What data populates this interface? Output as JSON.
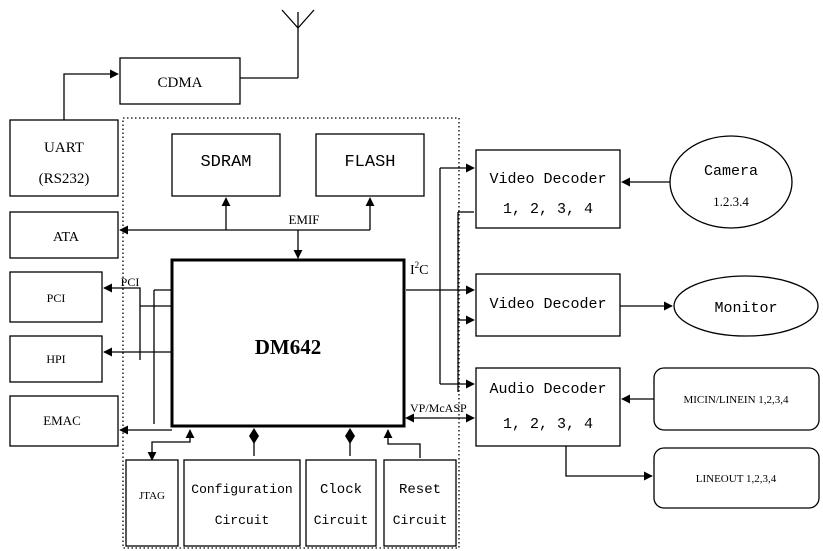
{
  "blocks": {
    "cdma": "CDMA",
    "uart_line1": "UART",
    "uart_line2": "(RS232)",
    "sdram": "SDRAM",
    "flash": "FLASH",
    "ata": "ATA",
    "pci": "PCI",
    "hpi": "HPI",
    "emac": "EMAC",
    "dsp": "DM642",
    "jtag": "JTAG",
    "config_line1": "Configuration",
    "config_line2": "Circuit",
    "clock_line1": "Clock",
    "clock_line2": "Circuit",
    "reset_line1": "Reset",
    "reset_line2": "Circuit",
    "video_decoder_in_line1": "Video Decoder",
    "video_decoder_in_line2": "1, 2, 3, 4",
    "video_decoder_out": "Video Decoder",
    "audio_decoder_line1": "Audio Decoder",
    "audio_decoder_line2": "1, 2, 3, 4",
    "camera_line1": "Camera",
    "camera_line2": "1.2.3.4",
    "monitor": "Monitor",
    "micin": "MICIN/LINEIN 1,2,3,4",
    "lineout": "LINEOUT 1,2,3,4"
  },
  "labels": {
    "emif": "EMIF",
    "pci_bus": "PCI",
    "i2c_prefix": "I",
    "i2c_sup": "2",
    "i2c_suffix": "C",
    "vp_mcasp": "VP/McASP"
  }
}
